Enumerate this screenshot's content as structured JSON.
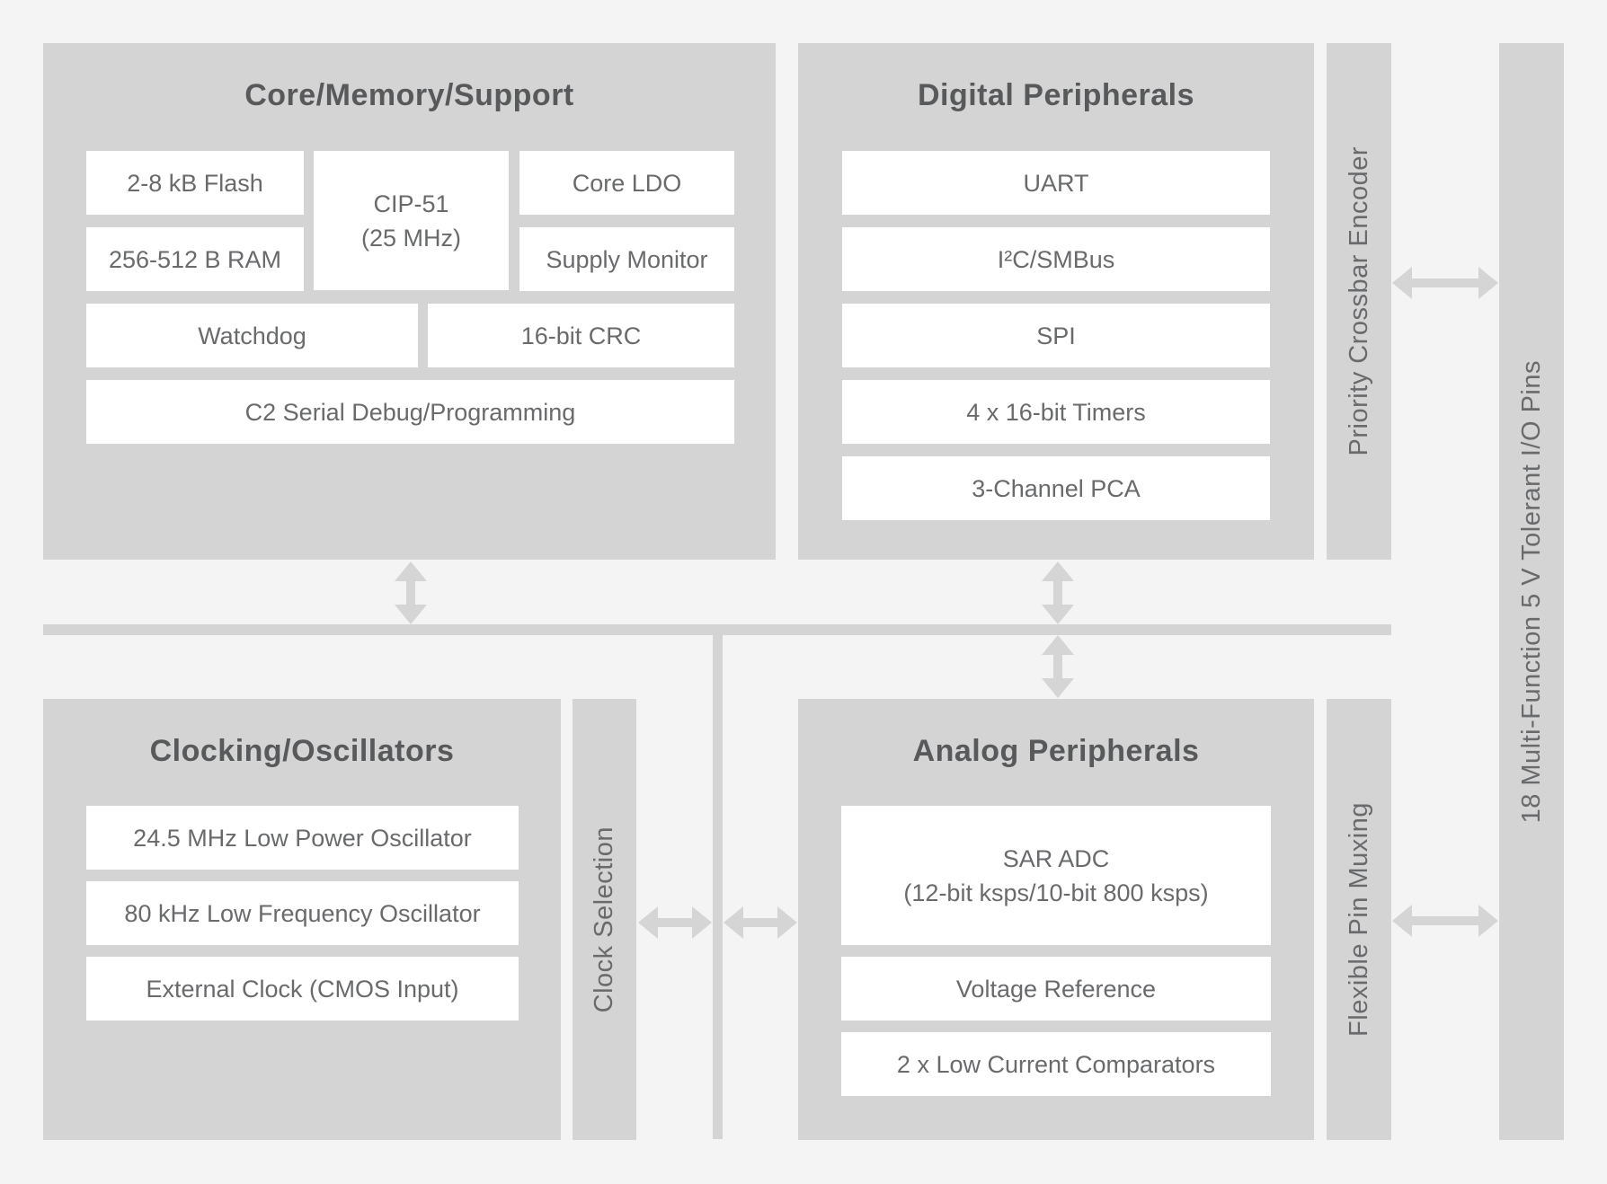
{
  "diagram": {
    "core": {
      "title": "Core/Memory/Support",
      "flash": "2-8 kB Flash",
      "ram": "256-512 B RAM",
      "cpu_line1": "CIP-51",
      "cpu_line2": "(25 MHz)",
      "core_ldo": "Core LDO",
      "supply_monitor": "Supply Monitor",
      "watchdog": "Watchdog",
      "crc": "16-bit CRC",
      "c2_debug": "C2 Serial Debug/Programming"
    },
    "digital": {
      "title": "Digital Peripherals",
      "uart": "UART",
      "i2c_smbus": "I²C/SMBus",
      "spi": "SPI",
      "timers": "4 x 16-bit Timers",
      "pca": "3-Channel PCA"
    },
    "clocking": {
      "title": "Clocking/Oscillators",
      "low_power_osc": "24.5 MHz Low Power Oscillator",
      "low_freq_osc": "80 kHz Low Frequency Oscillator",
      "external_clock": "External Clock (CMOS Input)"
    },
    "analog": {
      "title": "Analog Peripherals",
      "adc_line1": "SAR ADC",
      "adc_line2": "(12-bit ksps/10-bit 800 ksps)",
      "voltage_reference": "Voltage Reference",
      "comparators": "2 x Low Current Comparators"
    },
    "bars": {
      "priority_crossbar": "Priority Crossbar Encoder",
      "clock_selection": "Clock Selection",
      "flexible_pin_muxing": "Flexible Pin Muxing",
      "io_pins": "18 Multi-Function 5 V Tolerant I/O Pins"
    },
    "colors": {
      "background": "#f4f4f4",
      "block_fill": "#d4d4d4",
      "box_fill": "#ffffff",
      "connector_fill": "#d5d5d5",
      "title_text": "#58595b",
      "label_text": "#696a6c"
    }
  }
}
